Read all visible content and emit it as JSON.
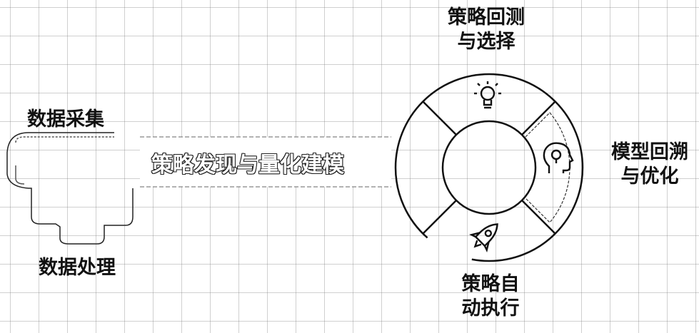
{
  "labels": {
    "data_collection": "数据采集",
    "data_processing": "数据处理",
    "banner": "策略发现与量化建模",
    "backtest_line1": "策略回测",
    "backtest_line2": "与选择",
    "model_line1": "模型回溯",
    "model_line2": "与优化",
    "auto_line1": "策略自",
    "auto_line2": "动执行"
  },
  "icons": {
    "top_segment": "lightbulb-icon",
    "right_segment": "head-profile-icon",
    "bottom_segment": "rocket-icon"
  },
  "colors": {
    "ink": "#111111",
    "fill": "#ffffff",
    "grid": "#999999"
  }
}
